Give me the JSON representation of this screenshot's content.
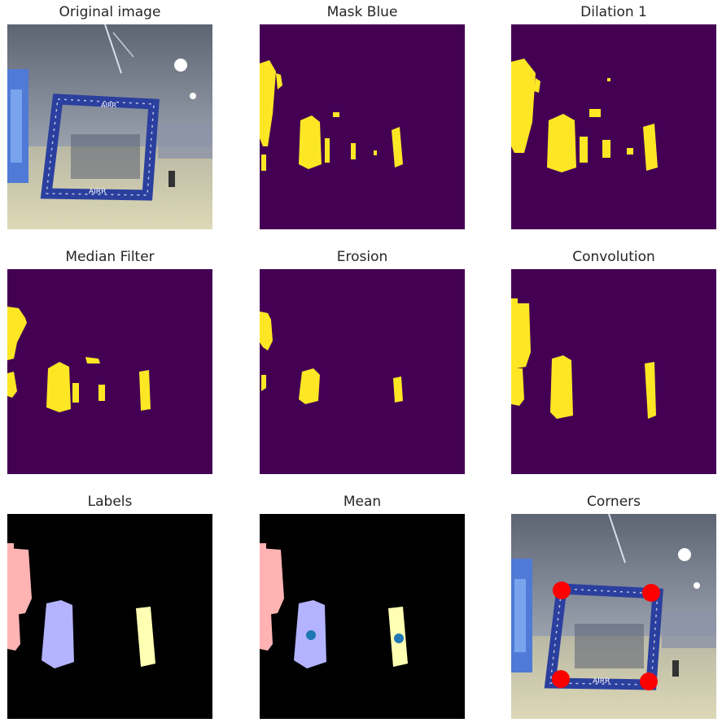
{
  "figure": {
    "panels": [
      {
        "id": "original",
        "title": "Original image"
      },
      {
        "id": "mask_blue",
        "title": "Mask Blue"
      },
      {
        "id": "dilation",
        "title": "Dilation 1"
      },
      {
        "id": "median",
        "title": "Median Filter"
      },
      {
        "id": "erosion",
        "title": "Erosion"
      },
      {
        "id": "convolution",
        "title": "Convolution"
      },
      {
        "id": "labels",
        "title": "Labels"
      },
      {
        "id": "mean",
        "title": "Mean"
      },
      {
        "id": "corners",
        "title": "Corners"
      }
    ],
    "gate_text": "AIRR",
    "colors": {
      "viridis_bg": "#440154",
      "viridis_fg": "#fde725",
      "label_1": "#ffb3b3",
      "label_2": "#b3b3ff",
      "label_3": "#ffffb3",
      "mean_dot": "#1f77b4",
      "corner_dot": "#ff0000",
      "gate_blue": "#2a3f9e"
    }
  }
}
